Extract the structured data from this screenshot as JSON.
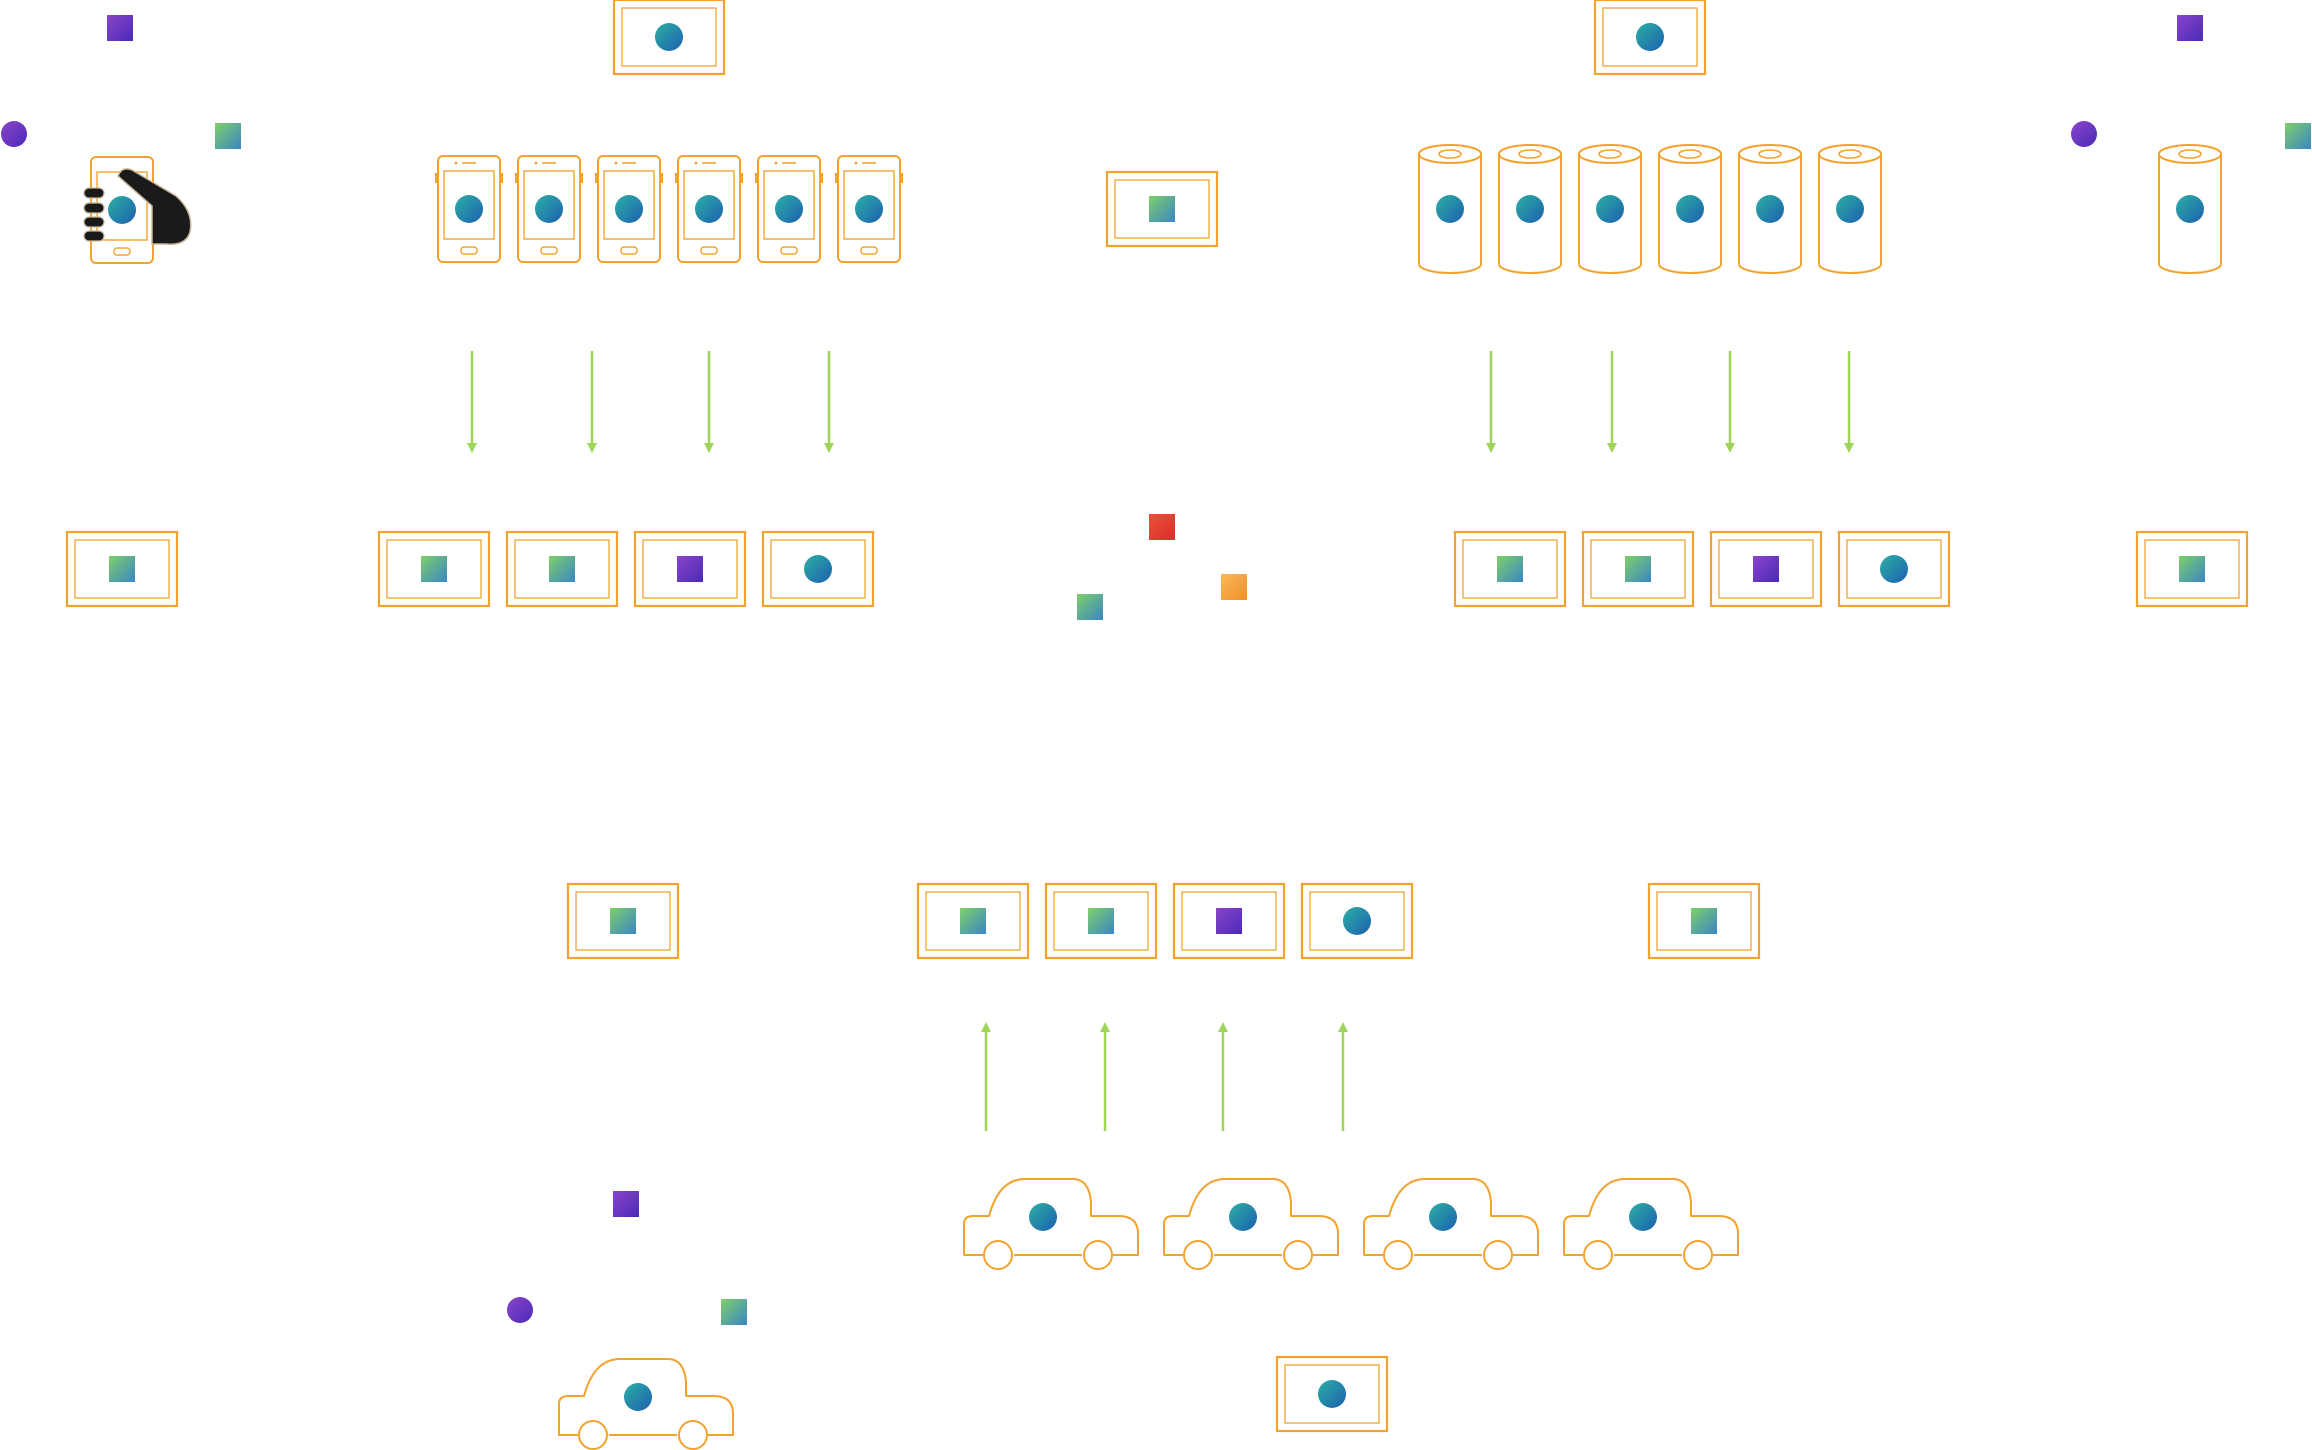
{
  "colors": {
    "outline": "#f2a32f",
    "arrow": "#9ed45a",
    "teal_start": "#2bb0a6",
    "teal_end": "#1d5fae",
    "purple_start": "#8b45c8",
    "purple_end": "#4a2ab8",
    "green_start": "#7fcf6a",
    "green_end": "#3a86c4",
    "red_start": "#ee4e3a",
    "red_end": "#d7302a",
    "orange_start": "#f8b85a",
    "orange_end": "#f28e2a",
    "hand": "#1a1a1a"
  },
  "icons": {
    "document": "framed-document-icon",
    "phone": "smartphone-icon",
    "cylinder": "database-cylinder-icon",
    "car": "car-icon",
    "arrow_down": "arrow-down-icon",
    "arrow_up": "arrow-up-icon",
    "hand": "hand-holding-phone-icon",
    "square_purple": "purple-square-icon",
    "square_green": "green-square-icon",
    "square_red": "red-square-icon",
    "square_orange": "orange-square-icon",
    "dot_purple": "purple-dot-icon"
  },
  "clusters": [
    {
      "name": "mobile-devices",
      "source_icon": "smartphone-icon",
      "device_count": 6,
      "output_count": 4
    },
    {
      "name": "database-storage",
      "source_icon": "database-cylinder-icon",
      "device_count": 6,
      "output_count": 4
    },
    {
      "name": "vehicles",
      "source_icon": "car-icon",
      "device_count": 4,
      "output_count": 4
    }
  ]
}
